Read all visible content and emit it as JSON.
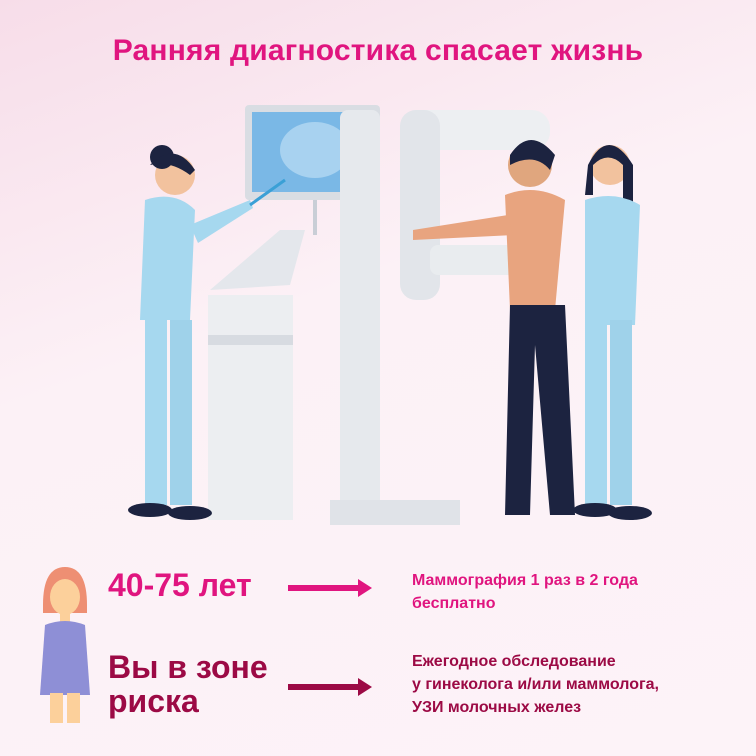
{
  "title": "Ранняя диагностика спасает жизнь",
  "rows": [
    {
      "label": "40-75 лет",
      "description_lines": [
        "Маммография 1 раз в 2 года",
        "бесплатно"
      ],
      "color": "#e0157f"
    },
    {
      "label_lines": [
        "Вы в зоне",
        "риска"
      ],
      "description_lines": [
        "Ежегодное обследование",
        "у гинеколога и/или маммолога,",
        "УЗИ молочных желез"
      ],
      "color": "#9c0a45"
    }
  ]
}
